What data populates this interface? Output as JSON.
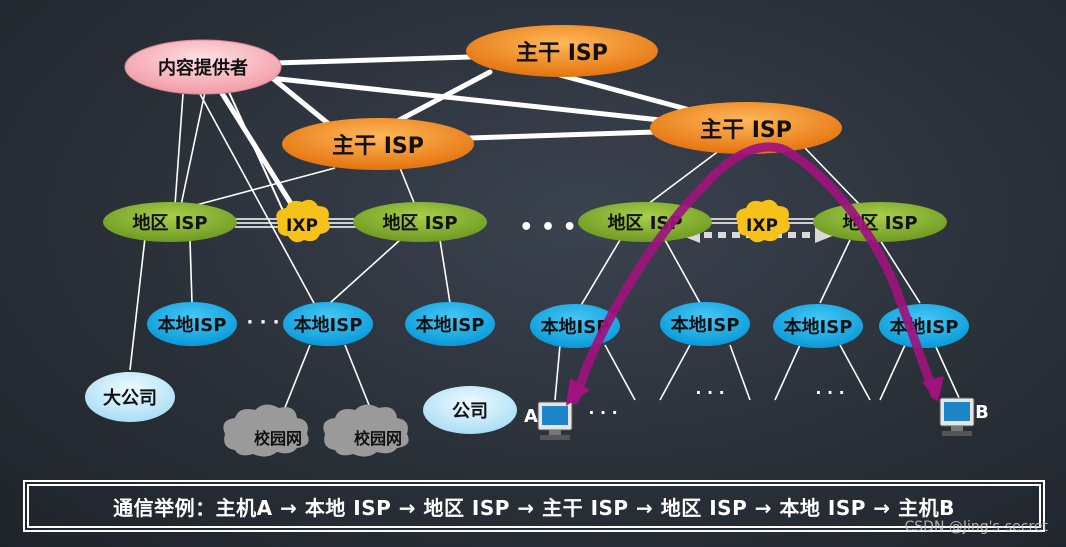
{
  "labels": {
    "content_provider": "内容提供者",
    "backbone": "主干 ISP",
    "regional": "地区 ISP",
    "local": "本地ISP",
    "ixp": "IXP",
    "big_company": "大公司",
    "company": "公司",
    "campus": "校园网",
    "host_a": "A",
    "host_b": "B",
    "ellipsis": "• • •",
    "dots": "· · ·"
  },
  "caption": "通信举例：主机A → 本地 ISP → 地区 ISP → 主干 ISP → 地区 ISP → 本地 ISP → 主机B",
  "watermark": "CSDN @Jing's-secret",
  "colors": {
    "backbone": "#f08a1c",
    "regional": "#8ab530",
    "local": "#18b4ef",
    "content_provider": "#f7b8bf",
    "company": "#bfe9fb",
    "ixp": "#f6c21a",
    "campus": "#9a9a9a",
    "path": "#a0127e"
  }
}
